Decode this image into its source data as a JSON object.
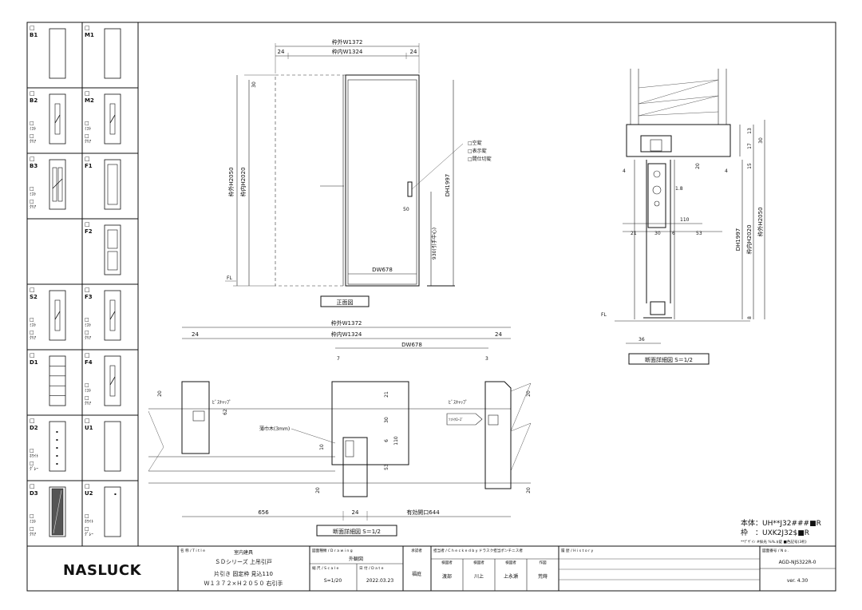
{
  "variants": [
    {
      "code": "B1",
      "tags": []
    },
    {
      "code": "M1",
      "tags": []
    },
    {
      "code": "B2",
      "tags": [
        "ﾐｽﾄ",
        "ｸﾘｱ"
      ]
    },
    {
      "code": "M2",
      "tags": [
        "ﾐｽﾄ",
        "ｸﾘｱ"
      ]
    },
    {
      "code": "B3",
      "tags": [
        "ﾐｽﾄ",
        "ｸﾘｱ"
      ]
    },
    {
      "code": "F1",
      "tags": []
    },
    {
      "code": "",
      "tags": []
    },
    {
      "code": "F2",
      "tags": []
    },
    {
      "code": "S2",
      "tags": [
        "ﾐｽﾄ",
        "ｸﾘｱ"
      ]
    },
    {
      "code": "F3",
      "tags": [
        "ﾐｽﾄ",
        "ｸﾘｱ"
      ]
    },
    {
      "code": "D1",
      "tags": []
    },
    {
      "code": "F4",
      "tags": [
        "ﾐｽﾄ",
        "ｸﾘｱ"
      ]
    },
    {
      "code": "D2",
      "tags": [
        "ﾎﾜｲﾄ",
        "ｸﾞﾚｰ"
      ]
    },
    {
      "code": "U1",
      "tags": []
    },
    {
      "code": "D3",
      "tags": [
        "ﾐｽﾄ",
        "ｸﾘｱ"
      ]
    },
    {
      "code": "U2",
      "tags": [
        "ﾎﾜｲﾄ",
        "ｸﾞﾚｰ"
      ]
    }
  ],
  "checkbox_glyph": "□",
  "front": {
    "outer_width": "枠外W1372",
    "inner_width": "枠内W1324",
    "side_left": "24",
    "side_right": "24",
    "top_gap": "30",
    "outer_height": "枠外H2050",
    "inner_height": "枠内H2020",
    "door_height": "DH1997",
    "door_width": "DW678",
    "handle_height": "930(引手中心)",
    "handle_offset": "50",
    "options": [
      "□空錠",
      "□表示錠",
      "□間仕切錠"
    ],
    "floor": "FL",
    "view_title": "正面図"
  },
  "section_right": {
    "d13": "13",
    "d17": "17",
    "d30": "30",
    "d15": "15",
    "d20": "20",
    "d4a": "4",
    "d4b": "4",
    "d18": "1.8",
    "d110": "110",
    "d21": "21",
    "d30b": "30",
    "d6": "6",
    "d53": "53",
    "dh": "DH1997",
    "inner": "枠内H2020",
    "outer": "枠外H2050",
    "d8": "8",
    "d36": "36",
    "floor": "FL",
    "title": "断面詳細図  S＝1/2"
  },
  "plan": {
    "outer_width": "枠外W1372",
    "inner_width": "枠内W1324",
    "left24": "24",
    "right24": "24",
    "dw": "DW678",
    "d7": "7",
    "d3": "3",
    "d20a": "20",
    "d20b": "20",
    "d62": "62",
    "screw_left": "ﾋﾞｽｷｬｯﾌﾟ",
    "screw_right": "ﾋﾞｽｷｬｯﾌﾟ",
    "soft_close": "ｿﾌﾄｸﾛｰｽﾞ",
    "baseboard": "薄巾木(3mm)",
    "d21": "21",
    "d30": "30",
    "d6": "6",
    "d110": "110",
    "d53": "53",
    "d10": "10",
    "d20c": "20",
    "d20d": "20",
    "d656": "656",
    "d24": "24",
    "effective": "有効開口644",
    "title": "断面詳細図  S＝1/2"
  },
  "spec": {
    "body": "本体：UH**J32###■R",
    "frame": "枠　：UXK2J32$■R",
    "note": "**ﾃﾞｻﾞｲﾝ  #採光  %%.$錠  ■色記号(3桁)"
  },
  "title_block": {
    "logo": "NASLUCK",
    "name_label": "名 称 / T i t l e",
    "name_cat": "室内建具",
    "series": "ＳＤシリーズ 上吊引戸",
    "desc1": "片引き 固定枠 見込110",
    "desc2": "Ｗ１３７２×Ｈ２０５０ 右引手",
    "drawing_label": "図面種類 / D r a w i n g",
    "drawing_value": "外観図",
    "scale_label": "縮 尺 / S c a l e",
    "scale_value": "S=1/20",
    "date_label": "日 付 / D a t e",
    "date_value": "2022.03.23",
    "created_label": "承認者",
    "created_value": "福庭",
    "check_label": "担当者  / C h e c k  e d  b y  ドラスク担当ポンチニス者",
    "role1": "検図者",
    "role2": "検図者",
    "role3": "検図者",
    "role4": "作図",
    "person1": "渡部",
    "person2": "川上",
    "person3": "上永瀬",
    "person4": "荒蒔",
    "history_label": "履 歴 / H i s t o r y",
    "dwgno_label": "図面番号 / N o .",
    "dwgno_value": "AGD-NJS322R-0",
    "version": "ver. 4.30"
  }
}
